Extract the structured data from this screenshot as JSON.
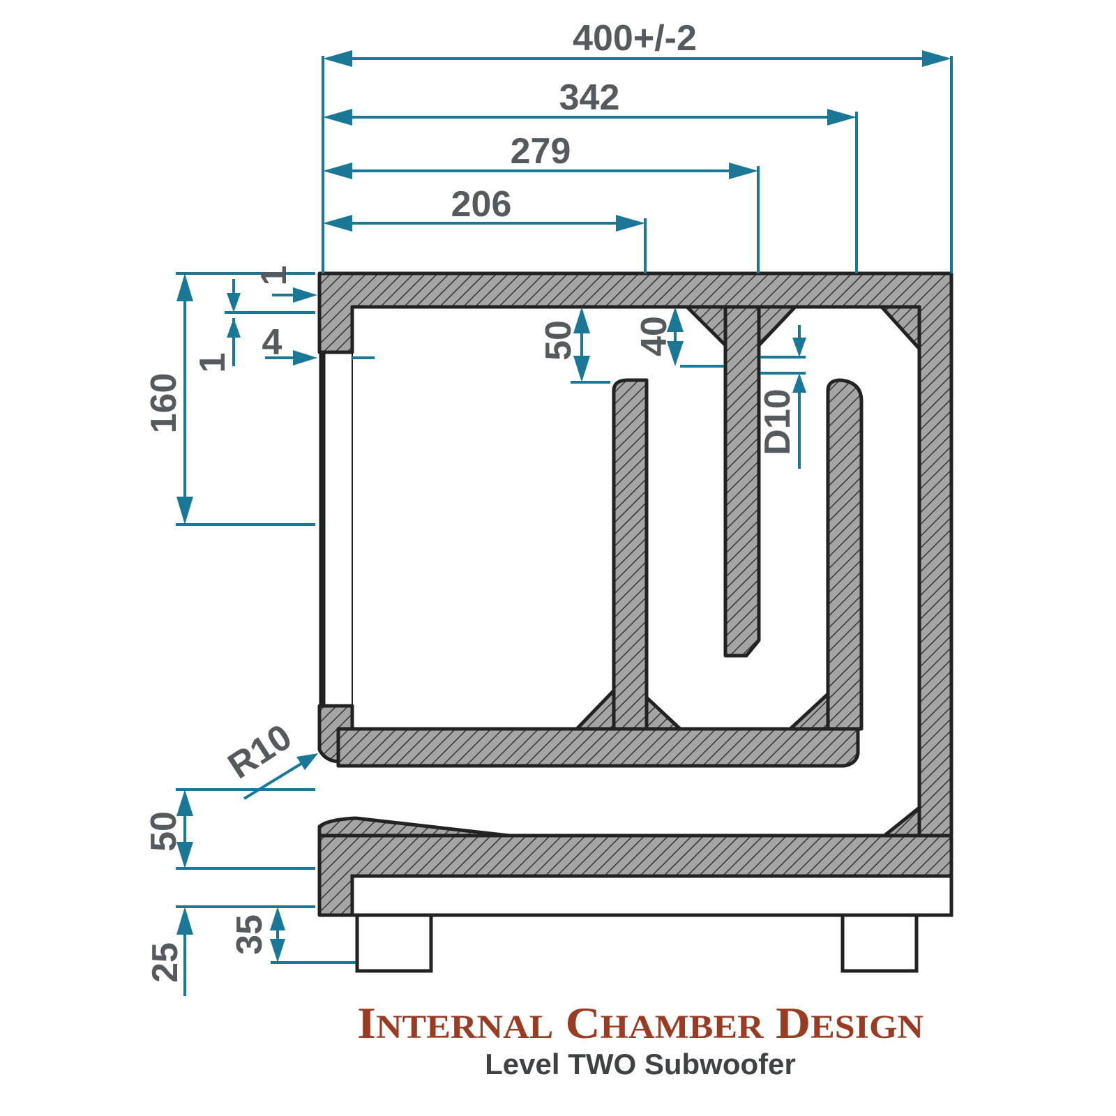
{
  "title": {
    "main": "Internal Chamber Design",
    "sub": "Level TWO Subwoofer"
  },
  "dimensions": {
    "overall_width": "400+/-2",
    "width_342": "342",
    "width_279": "279",
    "width_206": "206",
    "panel_thickness_top": "1",
    "panel_thickness_bottom": "1",
    "inset": "4",
    "opening_height": "160",
    "baffle_gap_50": "50",
    "divider_gap_40": "40",
    "dowel": "D10",
    "corner_radius": "R10",
    "port_height": "50",
    "plinth_height": "25",
    "foot_height": "35"
  },
  "colors": {
    "dimension": "#1a7896",
    "text": "#555a5e",
    "title": "#9a3c24",
    "hatch_fill": "#a5a5a5",
    "outline": "#222222"
  }
}
